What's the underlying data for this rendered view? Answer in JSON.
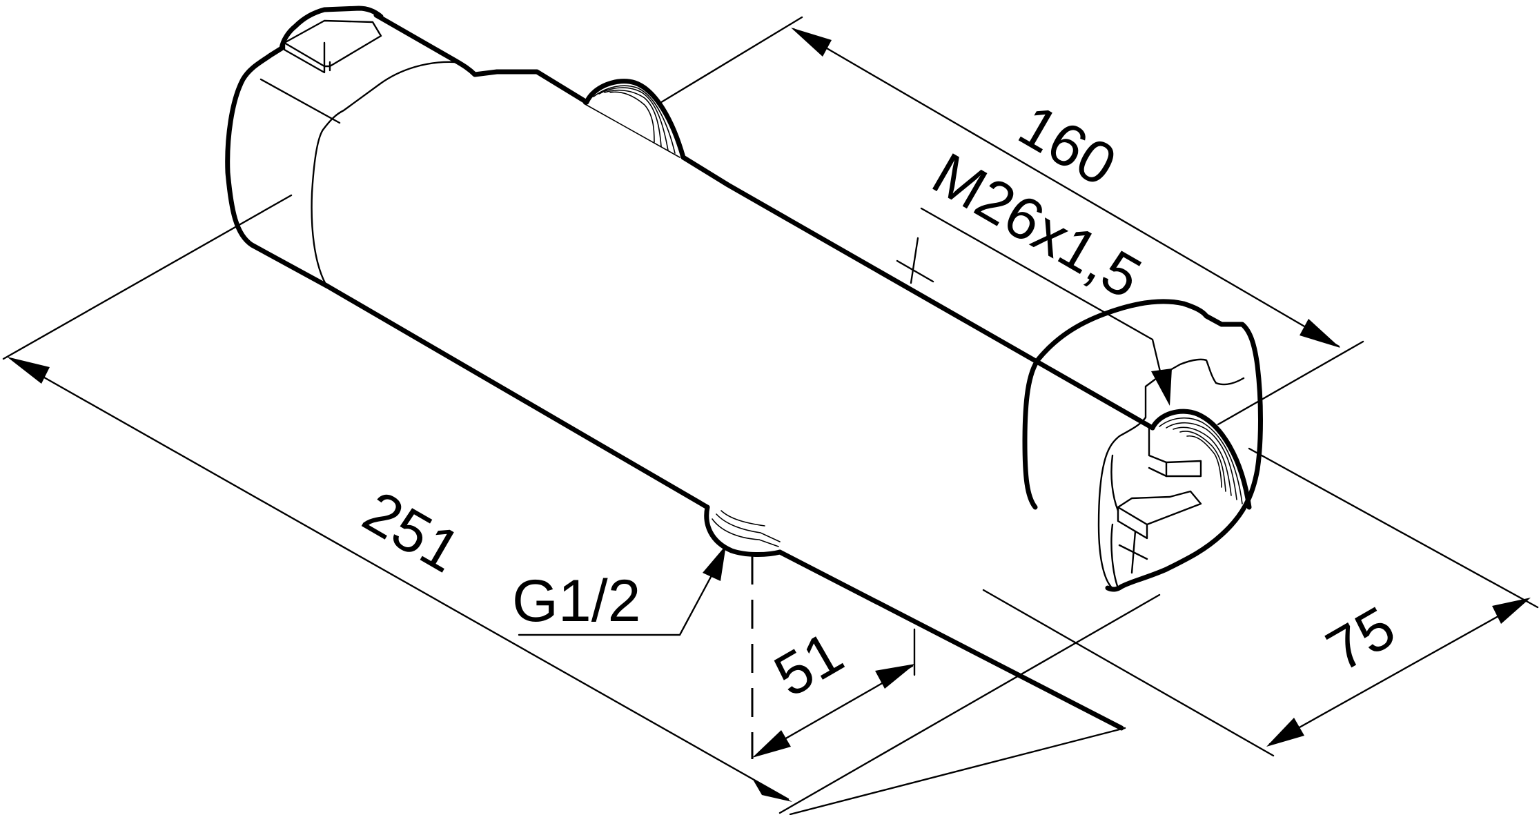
{
  "dimensions": {
    "overall_length": "251",
    "thread_spacing": "160",
    "outlet_offset": "51",
    "depth": "75"
  },
  "thread_labels": {
    "inlet_thread": "M26x1,5",
    "outlet_thread": "G1/2"
  },
  "colors": {
    "line": "#000000",
    "background": "#ffffff"
  }
}
